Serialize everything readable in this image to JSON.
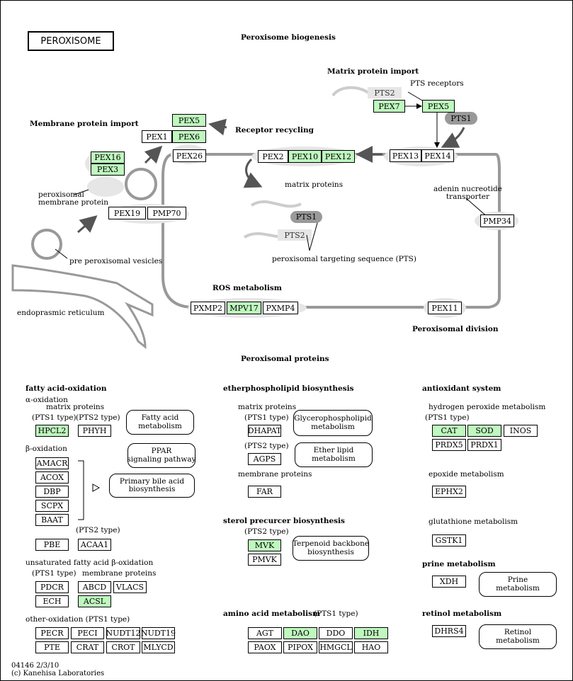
{
  "title": "PEROXISOME",
  "headers": {
    "biogenesis": "Peroxisome biogenesis",
    "matrix_import": "Matrix protein import",
    "membrane_import": "Membrane protein import",
    "receptor_recycling": "Receptor recycling",
    "ros": "ROS metabolism",
    "division": "Peroxisomal division",
    "proteins": "Peroxisomal proteins",
    "fatty": "fatty acid-oxidation",
    "ether": "etherphospholipid biosynthesis",
    "antiox": "antioxidant system",
    "sterol": "sterol precurcer biosynthesis",
    "amino": "amino acid metabolism",
    "prine": "prine metabolism",
    "retinol": "retinol metabolism"
  },
  "labels": {
    "pts_receptors": "PTS receptors",
    "pts2_top": "PTS2",
    "pts1_top": "PTS1",
    "peroxisomal_membrane_protein": "peroxisomal\nmembrane protein",
    "pre_vesicles": "pre peroxisomal vesicles",
    "er": "endoprasmic reticulum",
    "matrix_proteins_mid": "matrix proteins",
    "pts1_mid": "PTS1",
    "pts2_mid": "PTS2",
    "pts_seq": "peroxisomal targeting sequence (PTS)",
    "adenine": "adenin nucreotide\ntransporter",
    "alpha_ox": "α-oxidation",
    "fa_matrix": "matrix proteins",
    "pts1_type_a": "(PTS1 type)",
    "pts2_type_a": "(PTS2 type)",
    "beta_ox": "β-oxidation",
    "pts2_type_b": "(PTS2 type)",
    "unsat": "unsaturated fatty acid β-oxidation",
    "pts1_type_c": "(PTS1 type)",
    "membrane_proteins_c": "membrane proteins",
    "other_ox": "other-oxidation (PTS1 type)",
    "ether_matrix": "matrix proteins",
    "pts1_type_e": "(PTS1 type)",
    "pts2_type_e": "(PTS2 type)",
    "membrane_proteins_e": "membrane proteins",
    "pts2_type_s": "(PTS2 type)",
    "amino_type": "(PTS1 type)",
    "h2o2": "hydrogen peroxide metabolism",
    "pts1_type_h": "(PTS1 type)",
    "epoxide": "epoxide metabolism",
    "glutathione": "glutathione metabolism",
    "footer1": "04146 2/3/10",
    "footer2": "(c) Kanehisa Laboratories"
  },
  "pathways": {
    "fatty_acid": "Fatty acid\nmetabolism",
    "ppar": "PPAR\nsignaling pathway",
    "bile": "Primary bile acid\nbiosynthesis",
    "glycero": "Glycerophospholipid\nmetabolism",
    "ether_lipid": "Ether lipid\nmetabolism",
    "terpenoid": "Terpenoid backbone\nbiosynthesis",
    "prine": "Prine\nmetabolism",
    "retinol": "Retinol\nmetabolism"
  },
  "genes": {
    "pex5_top": "PEX5",
    "pex1": "PEX1",
    "pex6": "PEX6",
    "pex16": "PEX16",
    "pex3": "PEX3",
    "pex26": "PEX26",
    "pex2": "PEX2",
    "pex10": "PEX10",
    "pex12": "PEX12",
    "pex13": "PEX13",
    "pex14": "PEX14",
    "pex7": "PEX7",
    "pex5_r": "PEX5",
    "pex19": "PEX19",
    "pmp70": "PMP70",
    "pmp34": "PMP34",
    "pxmp2": "PXMP2",
    "mpv17": "MPV17",
    "pxmp4": "PXMP4",
    "pex11": "PEX11",
    "hpcl2": "HPCL2",
    "phyh": "PHYH",
    "amacr": "AMACR",
    "acox": "ACOX",
    "dbp": "DBP",
    "scpx": "SCPX",
    "baat": "BAAT",
    "pbe": "PBE",
    "acaa1": "ACAA1",
    "pdcr": "PDCR",
    "abcd": "ABCD",
    "vlacs": "VLACS",
    "ech": "ECH",
    "acsl": "ACSL",
    "pecr": "PECR",
    "peci": "PECI",
    "nudt12": "NUDT12",
    "nudt19": "NUDT19",
    "pte": "PTE",
    "crat": "CRAT",
    "crot": "CROT",
    "mlycd": "MLYCD",
    "dhapat": "DHAPAT",
    "agps": "AGPS",
    "far": "FAR",
    "mvk": "MVK",
    "pmvk": "PMVK",
    "agt": "AGT",
    "dao": "DAO",
    "ddo": "DDO",
    "idh": "IDH",
    "paox": "PAOX",
    "pipox": "PIPOX",
    "hmgcl": "HMGCL",
    "hao": "HAO",
    "cat": "CAT",
    "sod": "SOD",
    "inos": "INOS",
    "prdx5": "PRDX5",
    "prdx1": "PRDX1",
    "ephx2": "EPHX2",
    "gstk1": "GSTK1",
    "xdh": "XDH",
    "dhrs4": "DHRS4"
  },
  "highlighted": [
    "pex5_top",
    "pex6",
    "pex16",
    "pex3",
    "pex10",
    "pex12",
    "pex7",
    "pex5_r",
    "mpv17",
    "hpcl2",
    "acsl",
    "mvk",
    "dao",
    "idh",
    "cat",
    "sod"
  ],
  "colors": {
    "found": "#bff8bf",
    "gray": "#999999",
    "ellipse": "#e6e6e6"
  }
}
